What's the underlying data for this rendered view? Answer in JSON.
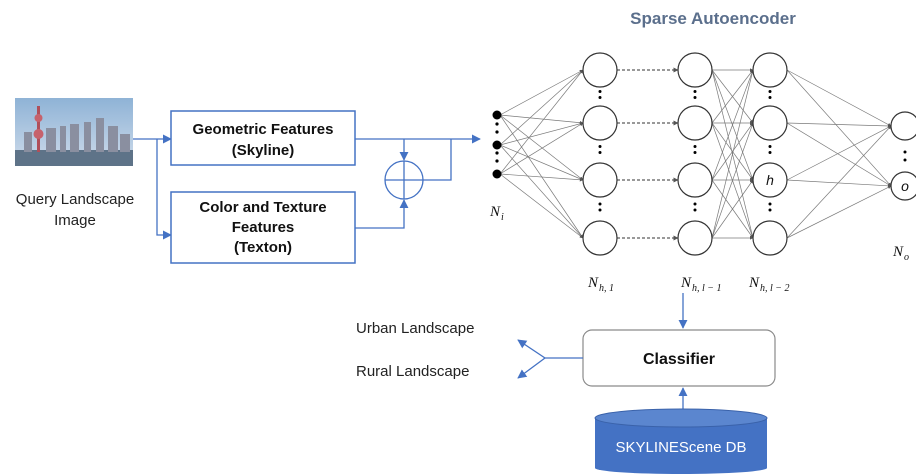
{
  "title": "Sparse Autoencoder",
  "input": {
    "caption_line1": "Query Landscape",
    "caption_line2": "Image"
  },
  "geometric_box": {
    "line1": "Geometric Features",
    "line2": "(Skyline)"
  },
  "color_box": {
    "line1": "Color and Texture",
    "line2": "Features",
    "line3": "(Texton)"
  },
  "network": {
    "input_layer_label": "N",
    "input_layer_sub": "i",
    "hidden_labels": [
      {
        "base": "N",
        "sub": "h, 1"
      },
      {
        "base": "N",
        "sub": "h, l − 1"
      },
      {
        "base": "N",
        "sub": "h, l − 2"
      }
    ],
    "output_layer_label": "N",
    "output_layer_sub": "o",
    "hidden_node_symbol": "h",
    "output_node_symbol": "o"
  },
  "classifier": {
    "label": "Classifier"
  },
  "database": {
    "label": "SKYLINEScene DB"
  },
  "outputs": {
    "urban": "Urban Landscape",
    "rural": "Rural Landscape"
  },
  "colors": {
    "title": "#5b6f8c",
    "arrow": "#4472c4",
    "db_fill": "#4472c4",
    "db_top": "#5b86cf",
    "stroke": "#000000",
    "net_line": "#7a7a7a"
  }
}
